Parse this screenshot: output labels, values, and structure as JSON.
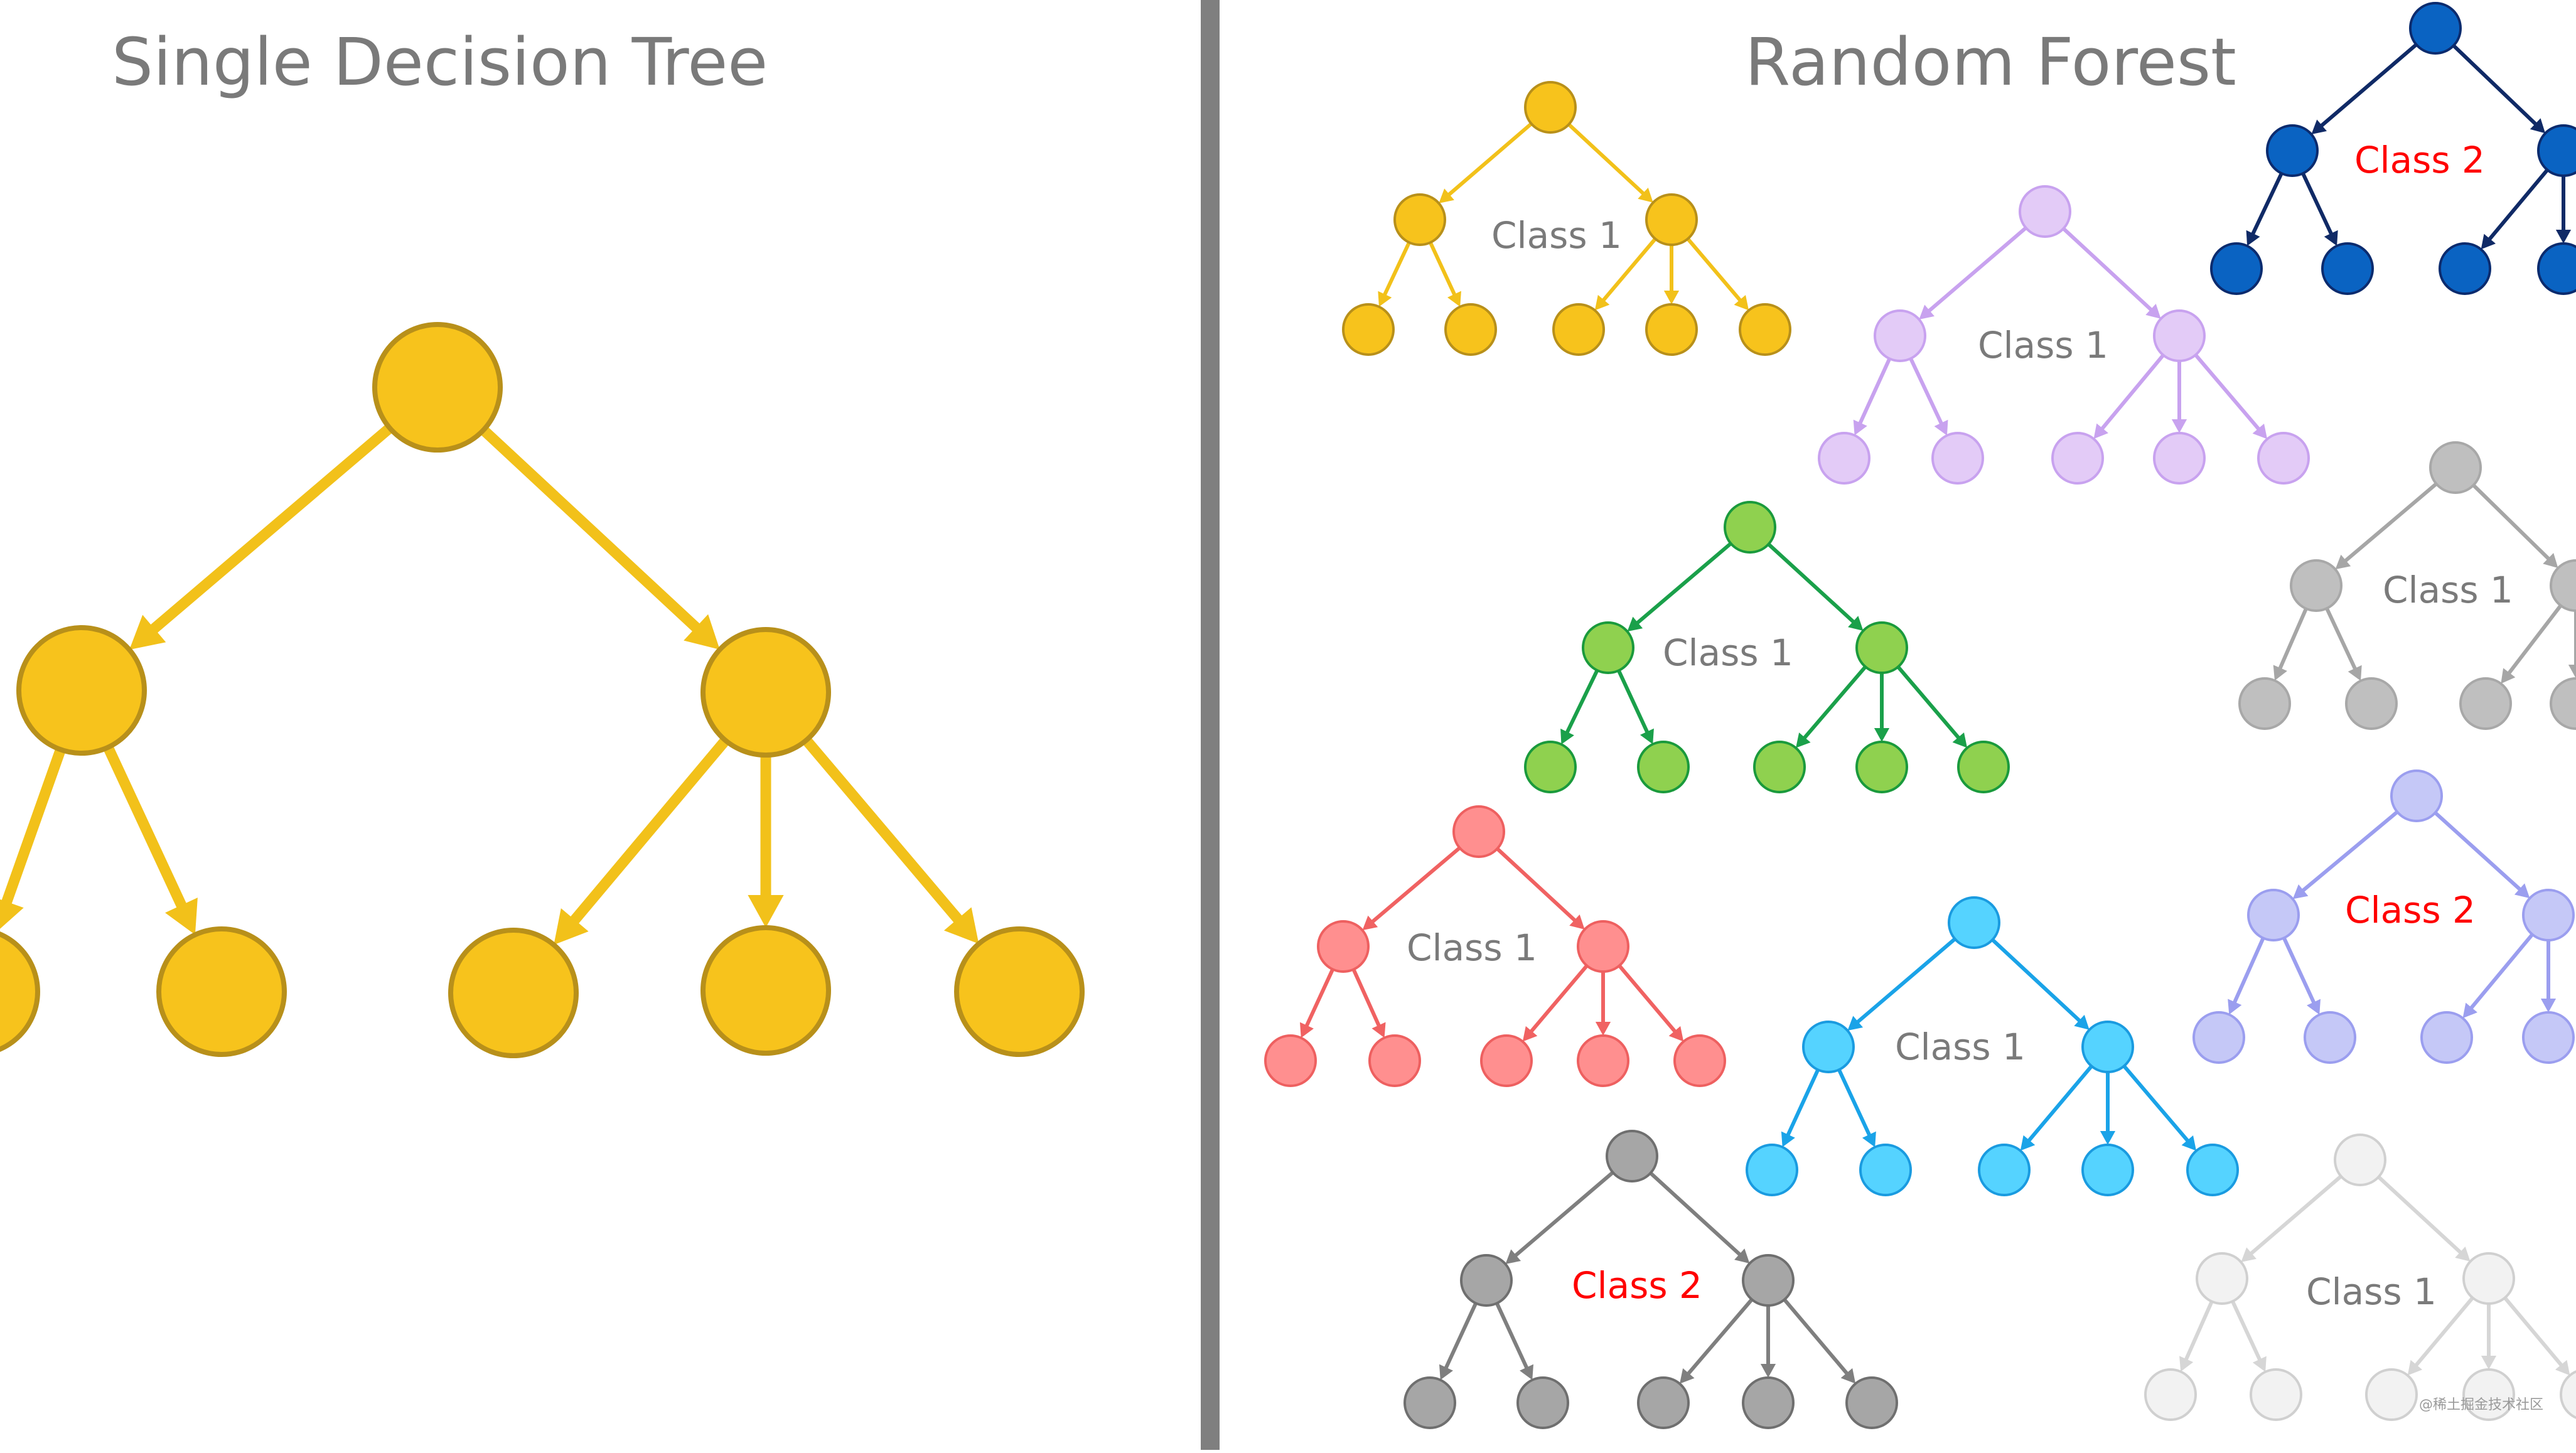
{
  "left_panel": {
    "title": "Single Decision Tree"
  },
  "right_panel": {
    "title": "Random Forest"
  },
  "big_tree": {
    "fill": "#f7c31c",
    "stroke": "#b8901a",
    "edge": "#f2c11a"
  },
  "forest": [
    {
      "id": "yellow",
      "label": "Class 1",
      "label_color": "#7a7a7a",
      "fill": "#f7c31c",
      "stroke": "#b8901a",
      "edge": "#f2c11a"
    },
    {
      "id": "lavender",
      "label": "Class 1",
      "label_color": "#7a7a7a",
      "fill": "#e3cbf7",
      "stroke": "#c8a2ef",
      "edge": "#c8a2ef"
    },
    {
      "id": "navy",
      "label": "Class 2",
      "label_color": "#ff0000",
      "fill": "#0a63c2",
      "stroke": "#0b2b6e",
      "edge": "#102a66"
    },
    {
      "id": "green",
      "label": "Class 1",
      "label_color": "#7a7a7a",
      "fill": "#8fd14f",
      "stroke": "#1a9a3c",
      "edge": "#1aa04a"
    },
    {
      "id": "gray-right",
      "label": "Class 1",
      "label_color": "#7a7a7a",
      "fill": "#bfbfbf",
      "stroke": "#a8a8a8",
      "edge": "#a6a6a6"
    },
    {
      "id": "pink",
      "label": "Class 1",
      "label_color": "#7a7a7a",
      "fill": "#ff8f8f",
      "stroke": "#ee6060",
      "edge": "#f06262"
    },
    {
      "id": "cyan",
      "label": "Class 1",
      "label_color": "#7a7a7a",
      "fill": "#55d3ff",
      "stroke": "#1a9be0",
      "edge": "#1aa3e8"
    },
    {
      "id": "periwinkle",
      "label": "Class 2",
      "label_color": "#ff0000",
      "fill": "#c5c8f7",
      "stroke": "#9b9eef",
      "edge": "#9b9eef"
    },
    {
      "id": "gray-bottom",
      "label": "Class 2",
      "label_color": "#ff0000",
      "fill": "#a6a6a6",
      "stroke": "#6f6f6f",
      "edge": "#7f7f7f"
    },
    {
      "id": "light-gray",
      "label": "Class 1",
      "label_color": "#7a7a7a",
      "fill": "#f2f2f2",
      "stroke": "#d0d0d0",
      "edge": "#d6d6d6"
    }
  ],
  "watermark": "@稀土掘金技术社区"
}
